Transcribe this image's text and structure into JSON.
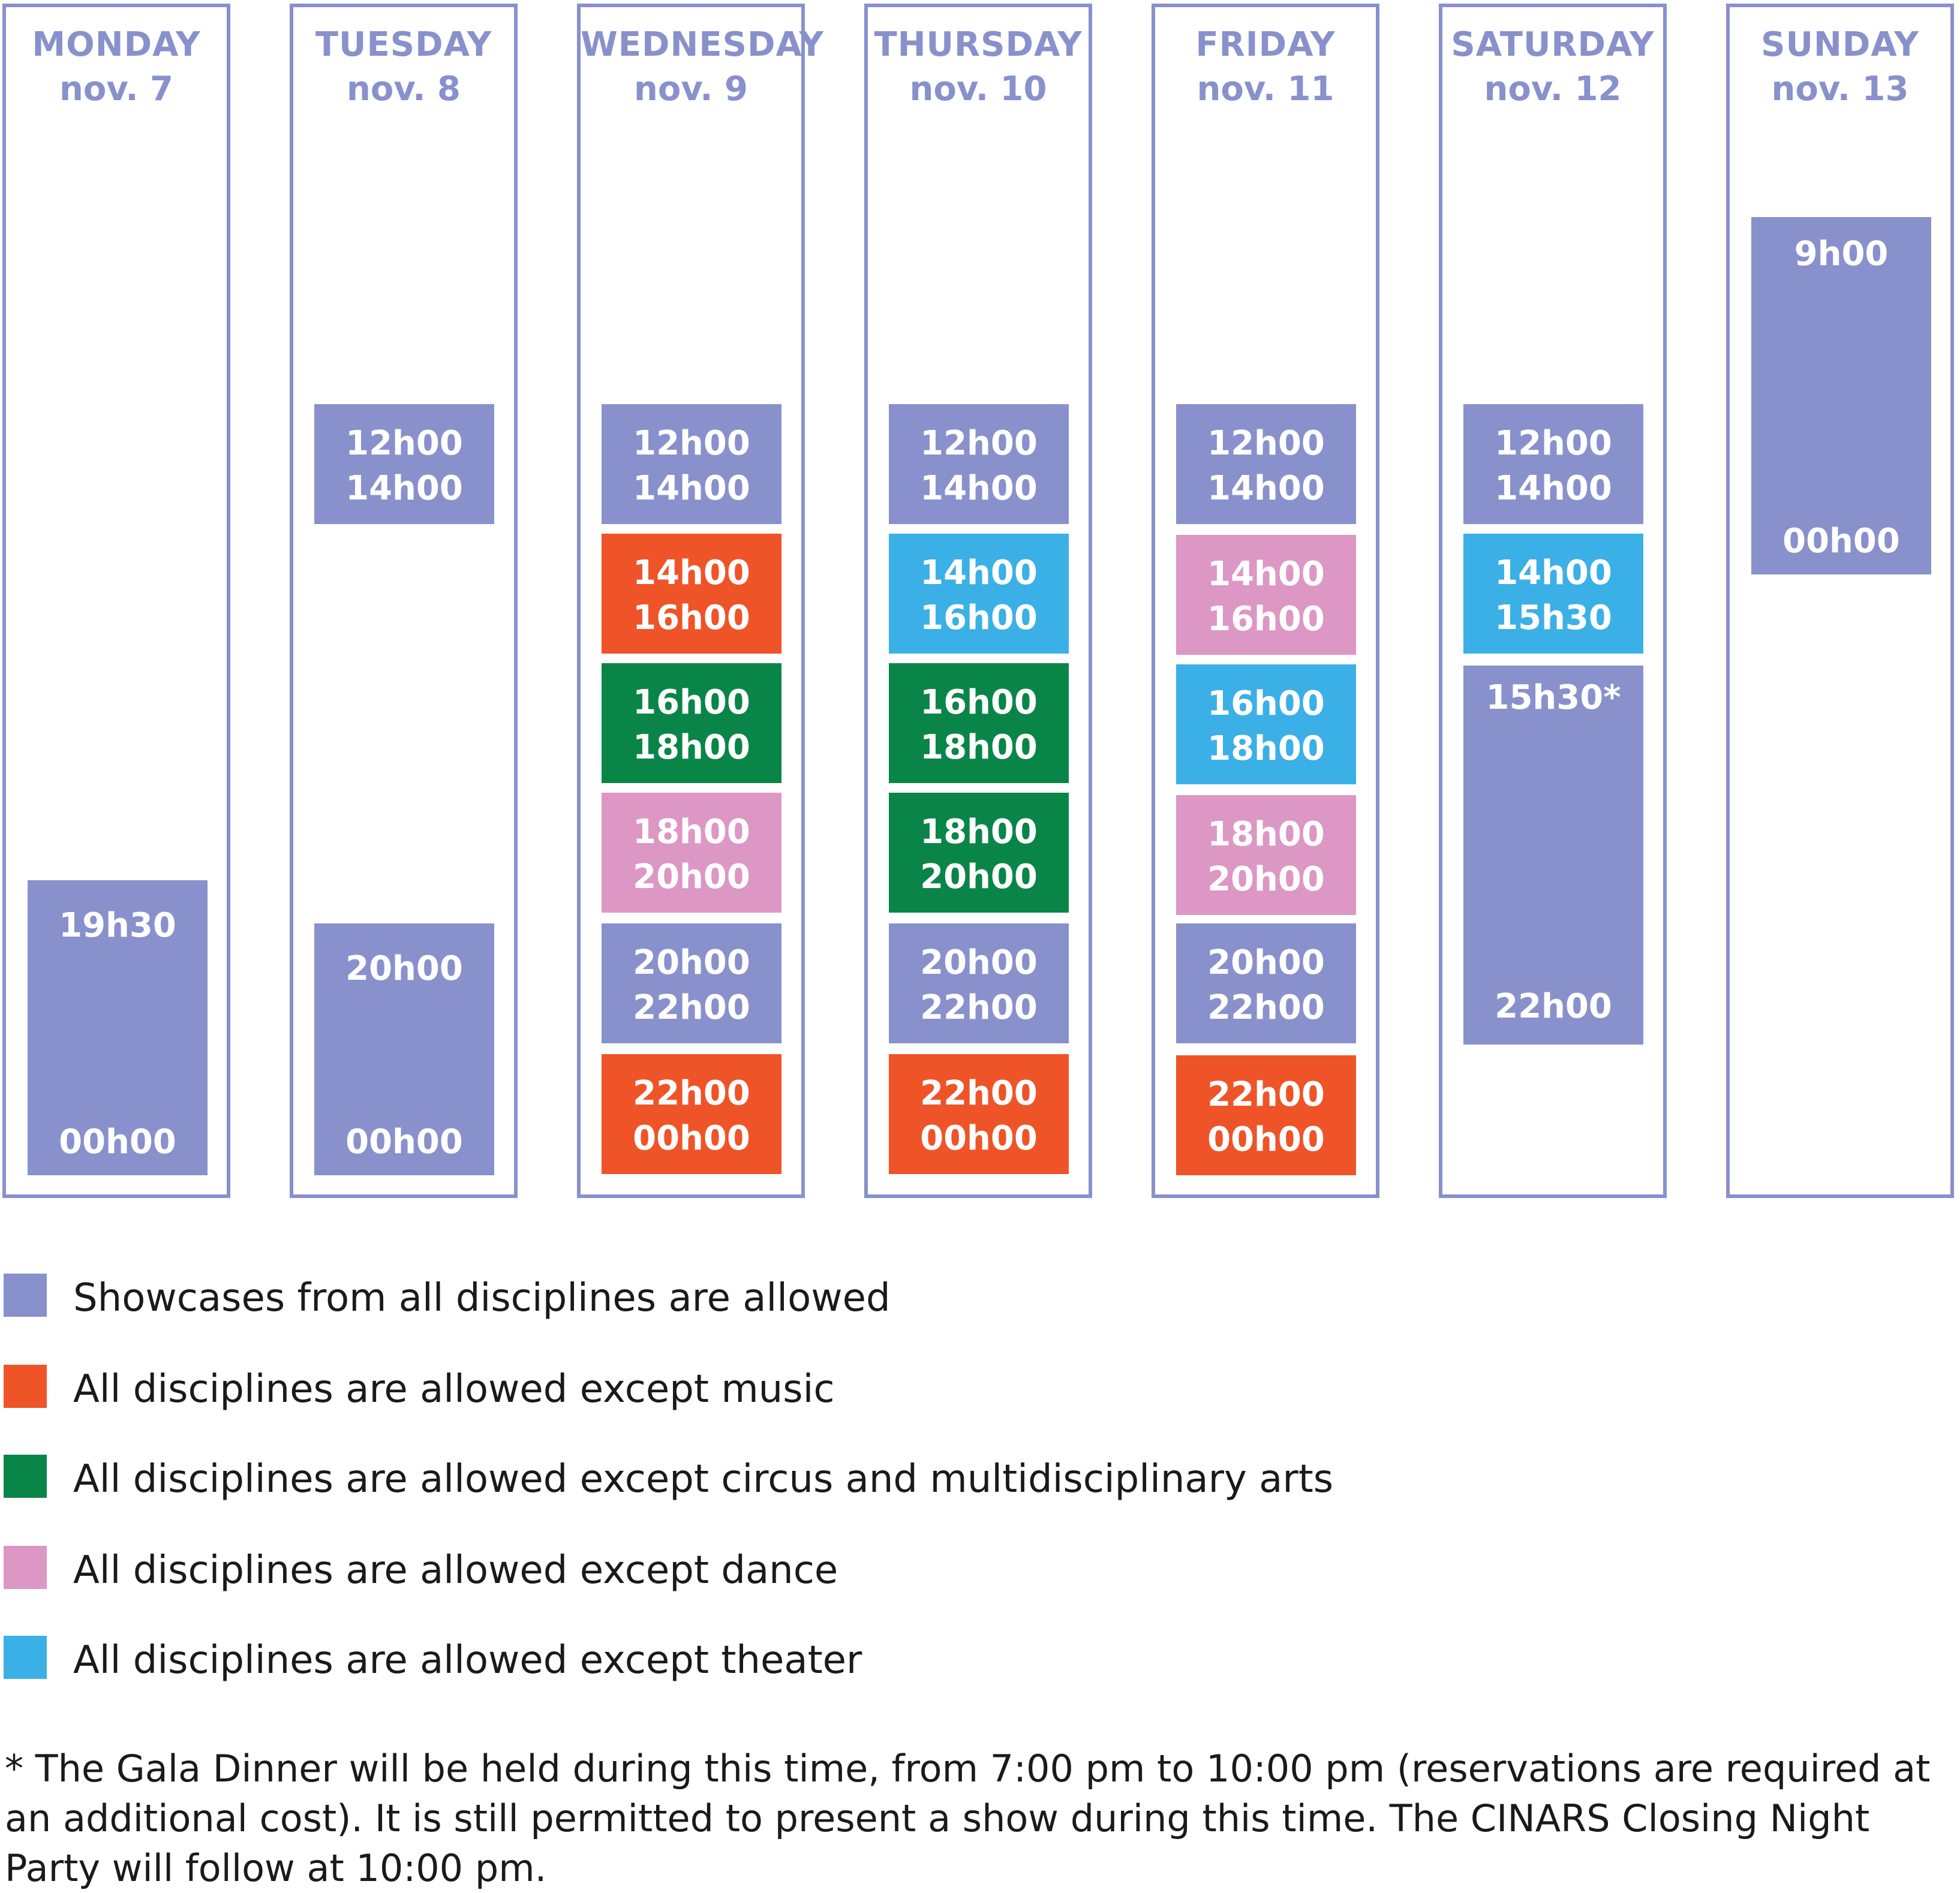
{
  "colors": {
    "all": "#8891cc",
    "no_music": "#ef5428",
    "no_circus": "#0a8548",
    "no_dance": "#dd97c4",
    "no_theater": "#3bb0e6",
    "frame": "#8891cc"
  },
  "days": [
    {
      "name": "MONDAY",
      "date": "nov. 7"
    },
    {
      "name": "TUESDAY",
      "date": "nov. 8"
    },
    {
      "name": "WEDNESDAY",
      "date": "nov. 9"
    },
    {
      "name": "THURSDAY",
      "date": "nov. 10"
    },
    {
      "name": "FRIDAY",
      "date": "nov. 11"
    },
    {
      "name": "SATURDAY",
      "date": "nov. 12"
    },
    {
      "name": "SUNDAY",
      "date": "nov. 13"
    }
  ],
  "slots": {
    "mon": [
      {
        "start": "19h30",
        "end": "00h00",
        "type": "all"
      }
    ],
    "tue": [
      {
        "start": "12h00",
        "end": "14h00",
        "type": "all"
      },
      {
        "start": "20h00",
        "end": "00h00",
        "type": "all"
      }
    ],
    "wed": [
      {
        "start": "12h00",
        "end": "14h00",
        "type": "all"
      },
      {
        "start": "14h00",
        "end": "16h00",
        "type": "no_music"
      },
      {
        "start": "16h00",
        "end": "18h00",
        "type": "no_circus"
      },
      {
        "start": "18h00",
        "end": "20h00",
        "type": "no_dance"
      },
      {
        "start": "20h00",
        "end": "22h00",
        "type": "all"
      },
      {
        "start": "22h00",
        "end": "00h00",
        "type": "no_music"
      }
    ],
    "thu": [
      {
        "start": "12h00",
        "end": "14h00",
        "type": "all"
      },
      {
        "start": "14h00",
        "end": "16h00",
        "type": "no_theater"
      },
      {
        "start": "16h00",
        "end": "18h00",
        "type": "no_circus"
      },
      {
        "start": "18h00",
        "end": "20h00",
        "type": "no_circus"
      },
      {
        "start": "20h00",
        "end": "22h00",
        "type": "all"
      },
      {
        "start": "22h00",
        "end": "00h00",
        "type": "no_music"
      }
    ],
    "fri": [
      {
        "start": "12h00",
        "end": "14h00",
        "type": "all"
      },
      {
        "start": "14h00",
        "end": "16h00",
        "type": "no_dance"
      },
      {
        "start": "16h00",
        "end": "18h00",
        "type": "no_theater"
      },
      {
        "start": "18h00",
        "end": "20h00",
        "type": "no_dance"
      },
      {
        "start": "20h00",
        "end": "22h00",
        "type": "all"
      },
      {
        "start": "22h00",
        "end": "00h00",
        "type": "no_music"
      }
    ],
    "sat": [
      {
        "start": "12h00",
        "end": "14h00",
        "type": "all"
      },
      {
        "start": "14h00",
        "end": "15h30",
        "type": "no_theater"
      },
      {
        "start": "15h30*",
        "end": "22h00",
        "type": "all"
      }
    ],
    "sun": [
      {
        "start": "9h00",
        "end": "00h00",
        "type": "all"
      }
    ]
  },
  "legend": [
    {
      "type": "all",
      "label": "Showcases from all disciplines are allowed"
    },
    {
      "type": "no_music",
      "label": "All disciplines are allowed except music"
    },
    {
      "type": "no_circus",
      "label": "All disciplines are allowed except circus and multidisciplinary arts"
    },
    {
      "type": "no_dance",
      "label": "All disciplines are allowed except dance"
    },
    {
      "type": "no_theater",
      "label": "All disciplines are allowed except theater"
    }
  ],
  "footnote": "* The Gala Dinner will be held during this time, from 7:00 pm to 10:00 pm (reservations are required at an additional cost). It is still permitted to present a show during this time. The CINARS Closing Night Party will follow at 10:00 pm."
}
